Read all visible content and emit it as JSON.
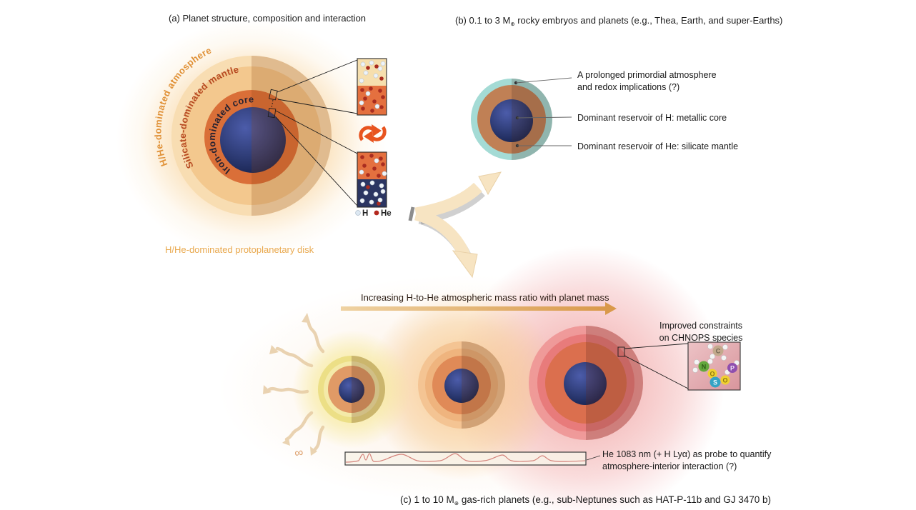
{
  "panel_a": {
    "title": "(a) Planet structure, composition and interaction",
    "atmosphere_label": "H/He-dominated atmosphere",
    "mantle_label": "Silicate-dominated mantle",
    "core_label": "Iron-dominated core",
    "disk_label": "H/He-dominated protoplanetary disk",
    "legend_h": "H",
    "legend_he": "He"
  },
  "panel_b": {
    "title_pre": "(b) 0.1 to 3 M",
    "title_sub": "⊕",
    "title_post": " rocky embryos and planets (e.g., Thea, Earth, and super-Earths)",
    "annotation_atmosphere_line1": "A prolonged primordial atmosphere",
    "annotation_atmosphere_line2": "and redox implications (?)",
    "annotation_core": "Dominant reservoir of H: metallic core",
    "annotation_mantle": "Dominant reservoir of He: silicate mantle"
  },
  "panel_c": {
    "mass_arrow_label": "Increasing H-to-He atmospheric mass ratio with planet mass",
    "chnops_line1": "Improved constraints",
    "chnops_line2": "on CHNOPS species",
    "molecules": {
      "c": "C",
      "n": "N",
      "p": "P",
      "s": "S",
      "o1": "O",
      "o2": "O"
    },
    "he_probe_line1": "He 1083 nm (+ H Lyα) as probe to quantify",
    "he_probe_line2": "atmosphere-interior interaction (?)",
    "caption_pre": "(c) 1 to 10 M",
    "caption_sub": "⊕",
    "caption_post": " gas-rich planets (e.g., sub-Neptunes such as HAT-P-11b and GJ 3470 b)",
    "infinity_symbol": "∞"
  },
  "colors": {
    "accent_orange": "#e8a33d",
    "mantle_red": "#b74a22",
    "core_navy": "#2b3560",
    "teal_atmosphere": "#9ed8d3",
    "pink_atmosphere": "#e87b7b",
    "h_dot": "#dde8f2",
    "he_dot": "#b3271e"
  }
}
